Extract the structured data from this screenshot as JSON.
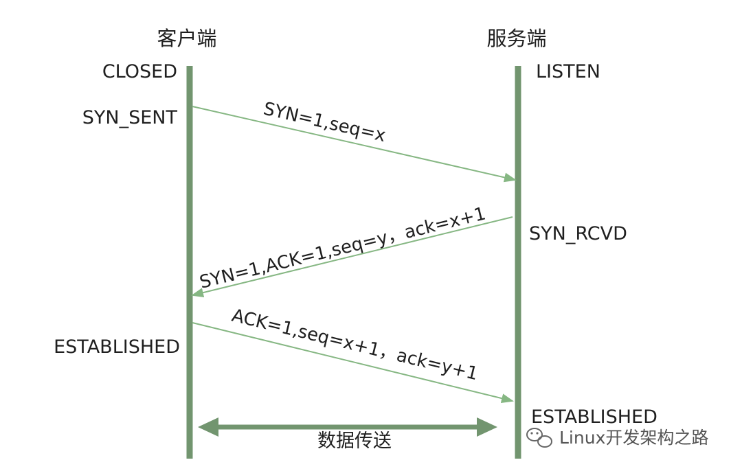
{
  "colors": {
    "lifeline": "#72956f",
    "arrow": "#86b783",
    "text": "#1f1f1f"
  },
  "client": {
    "title": "客户端",
    "states": {
      "closed": "CLOSED",
      "syn_sent": "SYN_SENT",
      "established": "ESTABLISHED"
    }
  },
  "server": {
    "title": "服务端",
    "states": {
      "listen": "LISTEN",
      "syn_rcvd": "SYN_RCVD",
      "established": "ESTABLISHED"
    }
  },
  "messages": {
    "syn": "SYN=1,seq=x",
    "syn_ack": "SYN=1,ACK=1,seq=y，ack=x+1",
    "ack": "ACK=1,seq=x+1，ack=y+1"
  },
  "data_transfer": "数据传送",
  "watermark": {
    "text": "Linux开发架构之路",
    "icon": "wechat-icon"
  }
}
